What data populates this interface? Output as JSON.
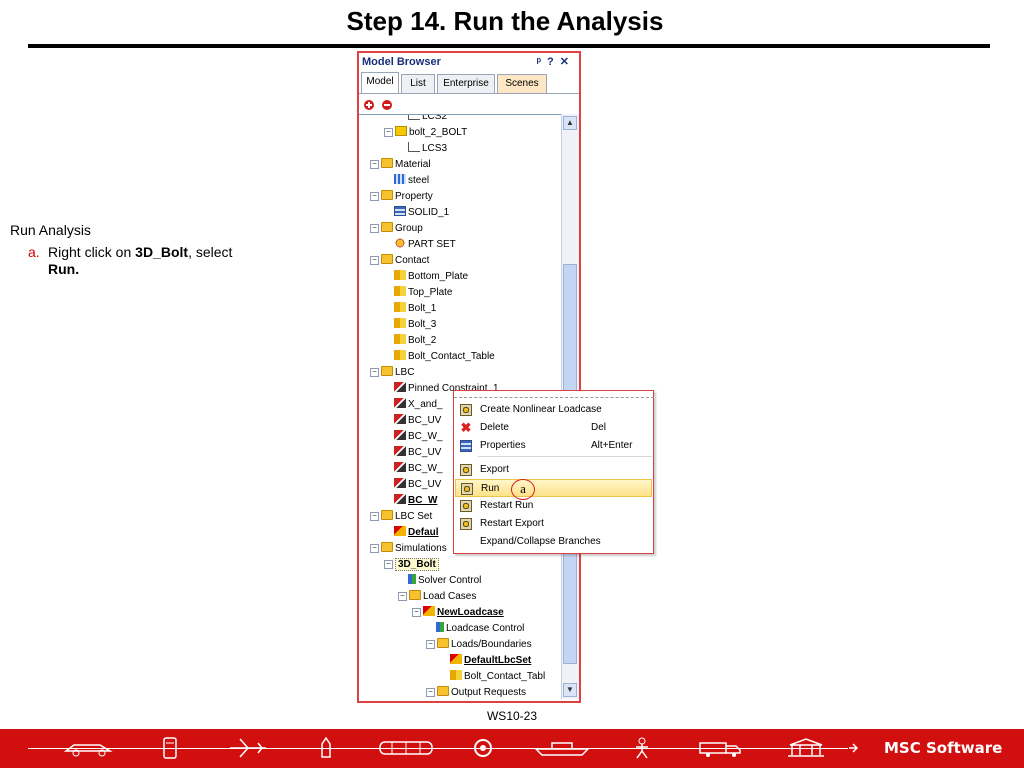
{
  "slide": {
    "title": "Step 14. Run the Analysis",
    "page_number": "WS10-23"
  },
  "instructions": {
    "heading": "Run Analysis",
    "step_marker": "a.",
    "step_text_1": "Right click on ",
    "step_bold": "3D_Bolt",
    "step_text_2": ", select",
    "step_bold_2": "Run."
  },
  "model_browser": {
    "title": "Model Browser",
    "title_controls": "ᵖ ? ✕",
    "tabs": [
      "Model",
      "List",
      "Enterprise",
      "Scenes"
    ],
    "tree": [
      {
        "label": "LCS2",
        "level": 2,
        "icon": "lcs-icon"
      },
      {
        "label": "bolt_2_BOLT",
        "level": 1,
        "icon": "cube-icon",
        "expander": "minus"
      },
      {
        "label": "LCS3",
        "level": 2,
        "icon": "lcs-icon"
      },
      {
        "label": "Material",
        "level": 0,
        "icon": "folder-icon",
        "expander": "minus"
      },
      {
        "label": "steel",
        "level": 1,
        "icon": "material-icon"
      },
      {
        "label": "Property",
        "level": 0,
        "icon": "folder-icon",
        "expander": "minus"
      },
      {
        "label": "SOLID_1",
        "level": 1,
        "icon": "property-table-icon"
      },
      {
        "label": "Group",
        "level": 0,
        "icon": "folder-icon",
        "expander": "minus"
      },
      {
        "label": "PART SET",
        "level": 1,
        "icon": "group-icon"
      },
      {
        "label": "Contact",
        "level": 0,
        "icon": "folder-icon",
        "expander": "minus"
      },
      {
        "label": "Bottom_Plate",
        "level": 1,
        "icon": "contact-icon"
      },
      {
        "label": "Top_Plate",
        "level": 1,
        "icon": "contact-icon"
      },
      {
        "label": "Bolt_1",
        "level": 1,
        "icon": "contact-icon"
      },
      {
        "label": "Bolt_3",
        "level": 1,
        "icon": "contact-icon"
      },
      {
        "label": "Bolt_2",
        "level": 1,
        "icon": "contact-icon"
      },
      {
        "label": "Bolt_Contact_Table",
        "level": 1,
        "icon": "contact-icon"
      },
      {
        "label": "LBC",
        "level": 0,
        "icon": "folder-icon",
        "expander": "minus"
      },
      {
        "label": "Pinned Constraint_1",
        "level": 1,
        "icon": "constraint-icon"
      },
      {
        "label": "X_and_",
        "level": 1,
        "icon": "constraint-icon"
      },
      {
        "label": "BC_UV",
        "level": 1,
        "icon": "constraint-icon"
      },
      {
        "label": "BC_W_",
        "level": 1,
        "icon": "constraint-icon"
      },
      {
        "label": "BC_UV",
        "level": 1,
        "icon": "constraint-icon"
      },
      {
        "label": "BC_W_",
        "level": 1,
        "icon": "constraint-icon"
      },
      {
        "label": "BC_UV",
        "level": 1,
        "icon": "constraint-icon"
      },
      {
        "label": "BC_W",
        "level": 1,
        "icon": "constraint-icon",
        "style": "bold-ul"
      },
      {
        "label": "LBC Set",
        "level": 0,
        "icon": "folder-icon",
        "expander": "minus"
      },
      {
        "label": "Defaul",
        "level": 1,
        "icon": "lbcset-icon",
        "style": "bold-ul"
      },
      {
        "label": "Simulations",
        "level": 0,
        "icon": "folder-icon",
        "expander": "minus"
      },
      {
        "label": "3D_Bolt",
        "level": 1,
        "icon": "",
        "expander": "minus",
        "style": "highlight"
      },
      {
        "label": "Solver Control",
        "level": 2,
        "icon": "solver-icon"
      },
      {
        "label": "Load Cases",
        "level": 2,
        "icon": "folder-icon",
        "expander": "minus"
      },
      {
        "label": "NewLoadcase",
        "level": 3,
        "icon": "lbcset-icon",
        "expander": "minus",
        "style": "bold-ul"
      },
      {
        "label": "Loadcase Control",
        "level": 4,
        "icon": "solver-icon"
      },
      {
        "label": "Loads/Boundaries",
        "level": 4,
        "icon": "folder-icon",
        "expander": "minus"
      },
      {
        "label": "DefaultLbcSet",
        "level": 5,
        "icon": "lbcset-icon",
        "style": "bold-ul"
      },
      {
        "label": "Bolt_Contact_Tabl",
        "level": 5,
        "icon": "contact-icon"
      },
      {
        "label": "Output Requests",
        "level": 4,
        "icon": "folder-icon",
        "expander": "minus"
      }
    ]
  },
  "context_menu": {
    "items": [
      {
        "label": "Create Nonlinear Loadcase",
        "shortcut": "",
        "icon": "gear-icon"
      },
      {
        "label": "Delete",
        "shortcut": "Del",
        "icon": "delete-icon"
      },
      {
        "label": "Properties",
        "shortcut": "Alt+Enter",
        "icon": "properties-icon"
      },
      {
        "label": "Export",
        "shortcut": "",
        "icon": "gear-icon"
      },
      {
        "label": "Run",
        "shortcut": "",
        "icon": "gear-icon",
        "hover": true
      },
      {
        "label": "Restart Run",
        "shortcut": "",
        "icon": "gear-icon"
      },
      {
        "label": "Restart Export",
        "shortcut": "",
        "icon": "gear-icon"
      },
      {
        "label": "Expand/Collapse Branches",
        "shortcut": "",
        "icon": ""
      }
    ],
    "callout_label": "a"
  },
  "footer": {
    "brand": "MSC Software",
    "accent_color": "#d10f0f"
  }
}
